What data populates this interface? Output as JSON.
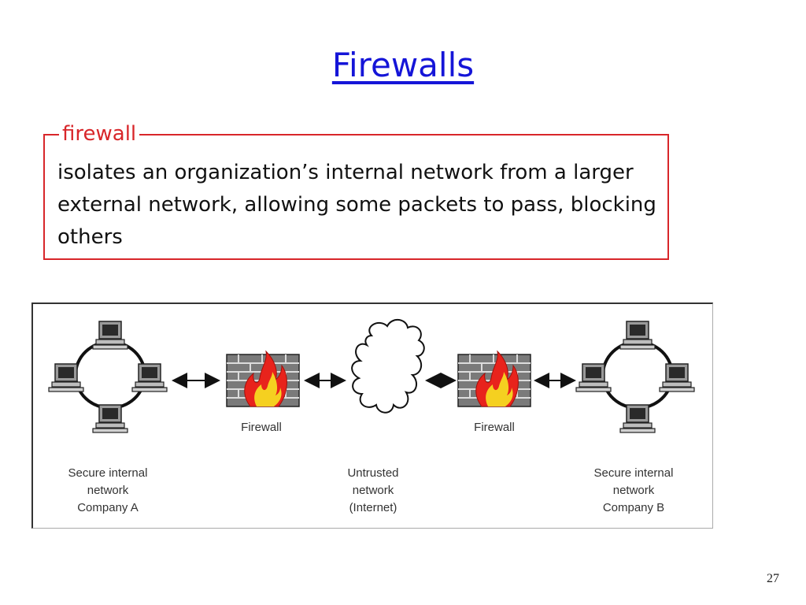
{
  "slide": {
    "title": "Firewalls",
    "page_number": "27"
  },
  "definition": {
    "term": "firewall",
    "text": "isolates an organization’s internal network from a larger external network, allowing some packets to pass, blocking others"
  },
  "diagram": {
    "firewall_left_label": "Firewall",
    "firewall_right_label": "Firewall",
    "network_a_label": "Secure internal\nnetwork\nCompany A",
    "untrusted_label": "Untrusted\nnetwork\n(Internet)",
    "network_b_label": "Secure internal\nnetwork\nCompany B",
    "colors": {
      "title": "#1515d8",
      "definition_accent": "#d8262a",
      "flame_outer": "#e8231c",
      "flame_inner": "#f5d020"
    }
  }
}
